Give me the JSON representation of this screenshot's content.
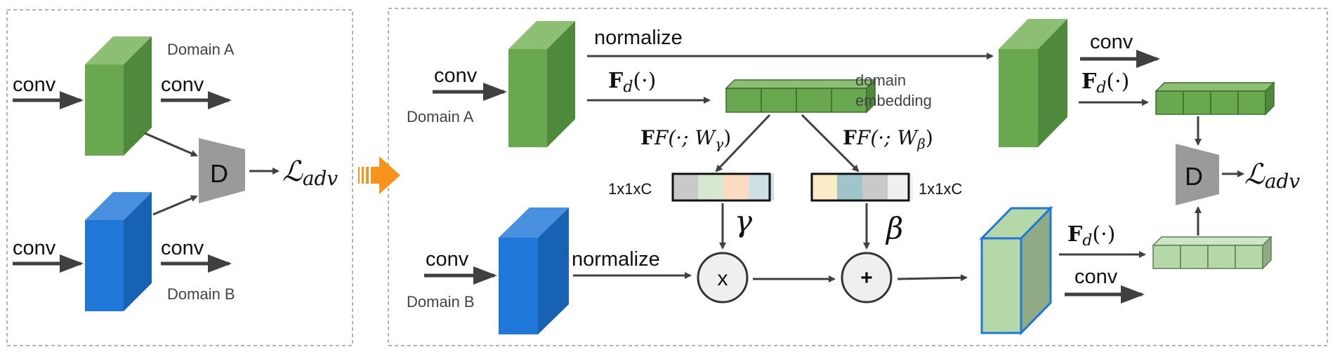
{
  "left_panel": {
    "domain_a": "Domain A",
    "domain_b": "Domain B",
    "conv_in_a": "conv",
    "conv_out_a": "conv",
    "conv_in_b": "conv",
    "conv_out_b": "conv",
    "discriminator": "D",
    "loss_script": "ℒ",
    "loss_sub": "adv"
  },
  "right_panel": {
    "conv_in_a": "conv",
    "domain_a": "Domain A",
    "normalize_top": "normalize",
    "fd_top": "F",
    "fd_sub": "d",
    "fd_arg": "(·)",
    "domain_embedding_line1": "domain",
    "domain_embedding_line2": "embedding",
    "f_gamma": "F(·; W",
    "f_gamma_sub": "γ",
    "f_beta": "F(·; W",
    "f_beta_sub": "β",
    "close_paren": ")",
    "size_left": "1x1xC",
    "size_right": "1x1xC",
    "gamma": "γ",
    "beta": "β",
    "conv_in_b": "conv",
    "domain_b": "Domain B",
    "normalize_bottom": "normalize",
    "op_multiply": "x",
    "op_add": "+",
    "conv_out_top": "conv",
    "fd_right_top": "F",
    "fd_right_top_sub": "d",
    "fd_right_top_arg": "(·)",
    "fd_right_bottom": "F",
    "fd_right_bottom_sub": "d",
    "fd_right_bottom_arg": "(·)",
    "conv_out_bottom": "conv",
    "discriminator": "D",
    "loss_script": "ℒ",
    "loss_sub": "adv"
  },
  "colors": {
    "green_front": "#69a84f",
    "green_side": "#4f8a3c",
    "green_top": "#8cbf74",
    "blue_front": "#1f78d8",
    "blue_side": "#1862b3",
    "blue_top": "#4a90e0",
    "light_green": "#b5d8a8",
    "light_green_side": "#91aa86",
    "disc_gray": "#9a9a9a",
    "arrow": "#404040",
    "orange": "#f7941d",
    "gamma_cells": [
      "#c9c9c9",
      "#d6e8d0",
      "#fbdcc3",
      "#cfe0e5"
    ],
    "beta_cells": [
      "#fcebc7",
      "#9fc4c9",
      "#c9c9c9",
      "#efefef"
    ]
  }
}
